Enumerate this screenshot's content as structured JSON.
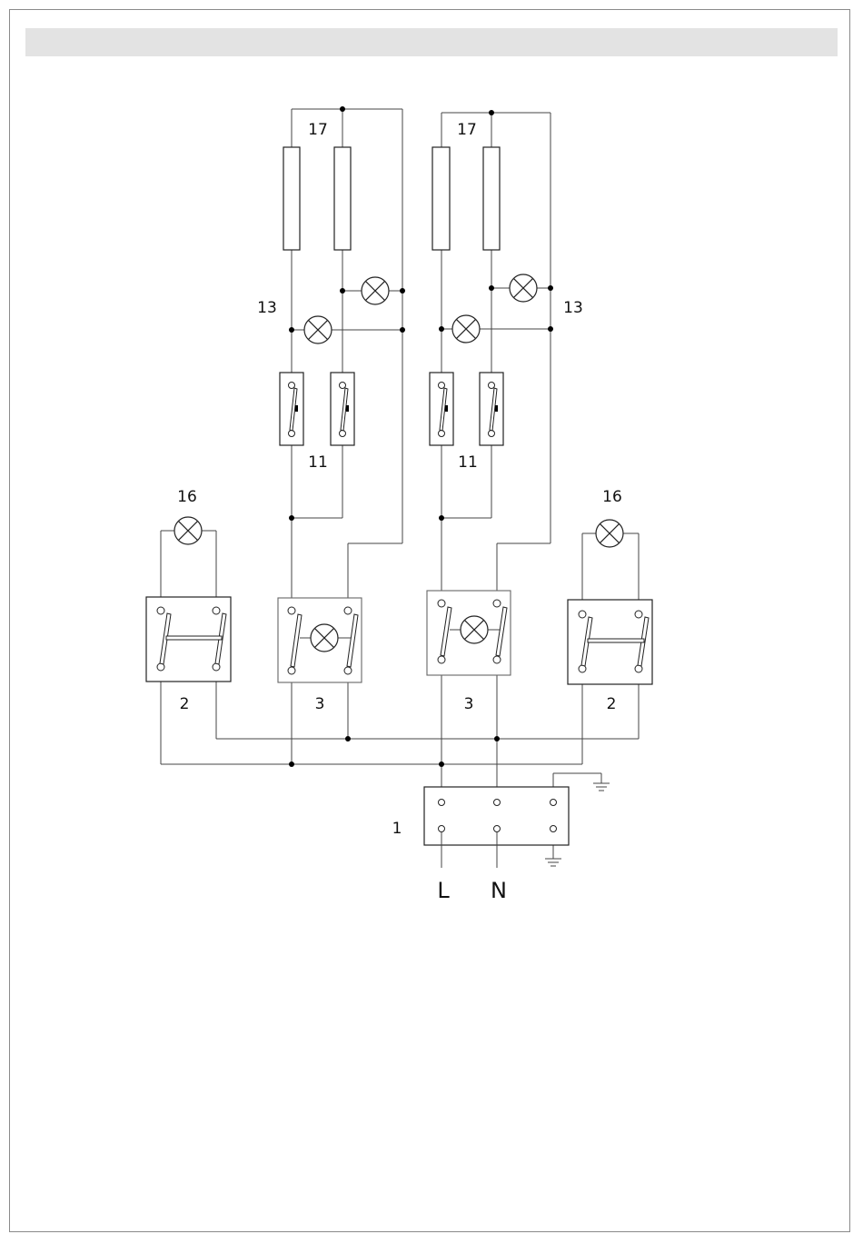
{
  "labels": {
    "heating_elements": "17",
    "indicator_lamps": "13",
    "thermostats": "11",
    "pilot_lamps": "16",
    "switch_2": "2",
    "switch_3": "3",
    "terminal_block": "1",
    "live": "L",
    "neutral": "N"
  },
  "colors": {
    "header_bar": "#e3e3e3",
    "wire": "#444444",
    "frame": "#8a8a8a"
  }
}
